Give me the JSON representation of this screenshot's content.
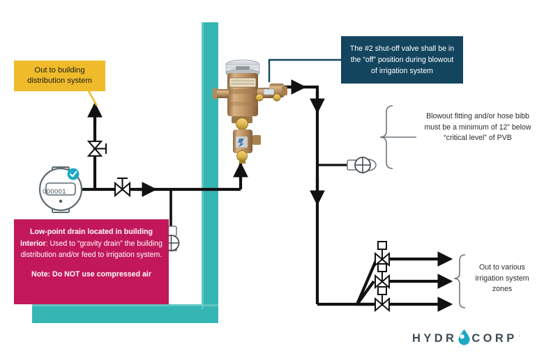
{
  "diagram": {
    "title": "PVB irrigation blowout diagram",
    "wall": {
      "name": "building-wall",
      "color": "#35B6B4"
    },
    "background": "#ffffff"
  },
  "callouts": {
    "building_distribution": {
      "text": "Out to building distribution system",
      "bg": "#EFBB2A",
      "text_color": "#1b1b1b"
    },
    "shutoff_valve": {
      "text": "The #2 shut-off valve shall be in the “off” position during blowout of irrigation system",
      "bg": "#14455F",
      "text_color": "#ffffff"
    },
    "blowout_fitting": {
      "text": "Blowout fitting and/or hose bibb must be a minimum of 12” below “critical level” of PVB",
      "text_color": "#2b2b2b"
    },
    "irrigation_zones": {
      "text": "Out to various irrigation system zones",
      "text_color": "#2b2b2b"
    },
    "low_point_drain": {
      "lead_bold": "Low-point drain located in building interior",
      "lead_rest": ": Used to “gravity drain” the building distribution and/or feed to irrigation system.",
      "note": "Note: Do NOT use compressed air",
      "bg": "#C2185B",
      "text_color": "#ffffff"
    }
  },
  "components": {
    "water_meter": {
      "label": "water-meter",
      "reading": "000001",
      "badge": "check",
      "badge_color": "#1BA9C4"
    },
    "gate_valve_vertical": {
      "label": "#1 shut-off valve"
    },
    "gate_valve_horizontal": {
      "label": "#2 shut-off valve"
    },
    "pvb": {
      "label": "pressure vacuum breaker assembly"
    },
    "hose_bibb_blowout": {
      "label": "blowout hose bibb"
    },
    "hose_bibb_lowpoint": {
      "label": "low-point drain hose bibb"
    },
    "zone_valves": [
      {
        "label": "irrigation zone valve 1"
      },
      {
        "label": "irrigation zone valve 2"
      },
      {
        "label": "irrigation zone valve 3"
      }
    ]
  },
  "logo": {
    "part1": "HYDR",
    "part2": "CORP",
    "registered": ".",
    "color": "#3d4b54",
    "drop_color": "#1BA9C4"
  }
}
